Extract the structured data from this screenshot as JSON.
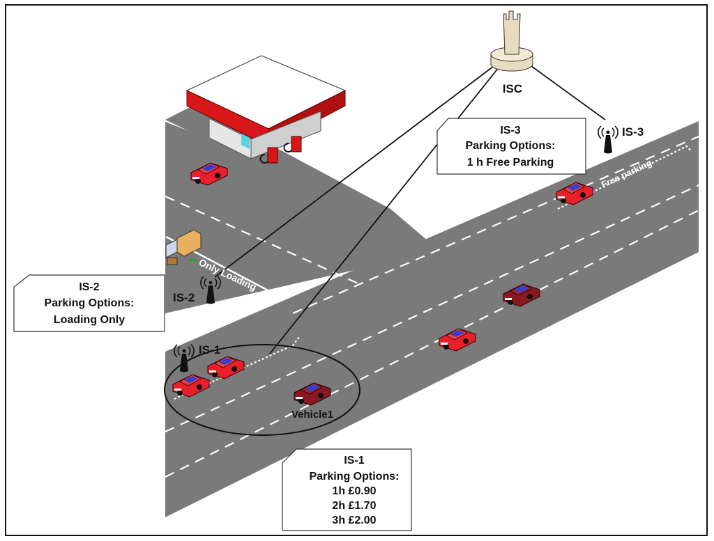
{
  "nodes": {
    "isc": {
      "label": "ISC"
    },
    "is1": {
      "label": "IS-1"
    },
    "is2": {
      "label": "IS-2"
    },
    "is3": {
      "label": "IS-3"
    }
  },
  "callouts": {
    "is3": {
      "line1": "IS-3",
      "line2": "Parking Options:",
      "line3": "1 h Free Parking"
    },
    "is2": {
      "line1": "IS-2",
      "line2": "Parking Options:",
      "line3": "Loading Only"
    },
    "is1": {
      "line1": "IS-1",
      "line2": "Parking Options:",
      "line3": "1h  £0.90",
      "line4": "2h £1.70",
      "line5": "3h £2.00"
    }
  },
  "road_labels": {
    "free_parking": "Free parking",
    "only_loading": "Only Loading"
  },
  "vehicle_label": "Vehicle1",
  "colors": {
    "road": "#7a7a7a",
    "car_red": "#e8202a",
    "car_maroon": "#8a1820",
    "car_window": "#3040d0",
    "station_red": "#d81818",
    "tower": "#e8dcc0"
  }
}
